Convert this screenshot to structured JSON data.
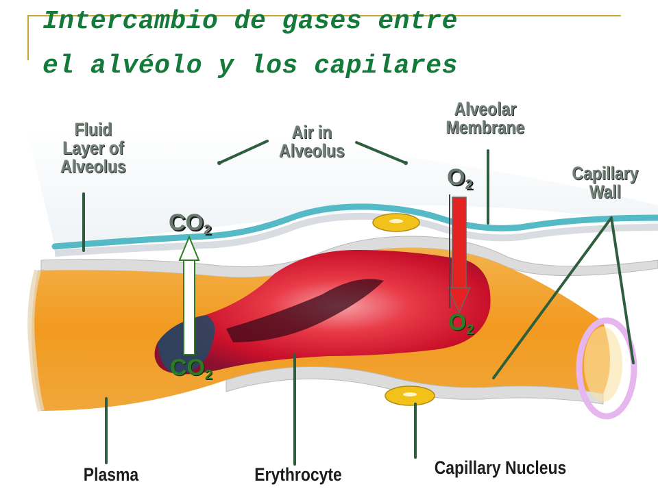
{
  "header": {
    "title_line1": "Intercambio de gases entre",
    "title_line2": "el alvéolo y los capilares"
  },
  "labels": {
    "fluid_layer": "Fluid Layer of Alveolus",
    "air_in_alveolus": "Air in Alveolus",
    "alveolar_membrane": "Alveolar Membrane",
    "capillary_wall": "Capillary Wall",
    "plasma": "Plasma",
    "erythrocyte": "Erythrocyte",
    "capillary_nucleus": "Capillary Nucleus"
  },
  "gases": {
    "co2_top": "CO",
    "co2_top_sub": "2",
    "co2_bottom": "CO",
    "co2_bottom_sub": "2",
    "o2_top": "O",
    "o2_top_sub": "2",
    "o2_bottom": "O",
    "o2_bottom_sub": "2"
  },
  "colors": {
    "title": "#137a3a",
    "plasma": "#f0a12a",
    "erythrocyte": "#e0202e",
    "membrane": "#56b9c6",
    "o2_arrow": "#e52222",
    "capillary_ring": "#e6b6ef"
  }
}
